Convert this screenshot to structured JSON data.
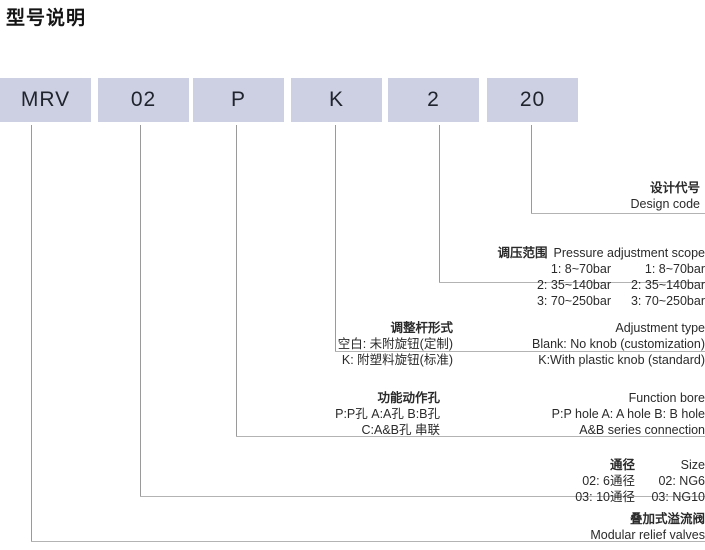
{
  "title": "型号说明",
  "colors": {
    "box_fill": "#ccd0e2",
    "line": "#9a9a9a",
    "rule": "#b3b3b3",
    "text": "#2a2a2a"
  },
  "code_boxes": [
    {
      "label": "MRV"
    },
    {
      "label": "02"
    },
    {
      "label": "P"
    },
    {
      "label": "K"
    },
    {
      "label": "2"
    },
    {
      "label": "20"
    }
  ],
  "blocks": {
    "design_code": {
      "header_cn": "设计代号",
      "header_en": "Design code"
    },
    "pressure_scope": {
      "header_cn": "调压范围",
      "header_en": "Pressure adjustment scope",
      "rows": [
        {
          "cn": "1: 8~70bar",
          "en": "1: 8~70bar"
        },
        {
          "cn": "2: 35~140bar",
          "en": "2: 35~140bar"
        },
        {
          "cn": "3: 70~250bar",
          "en": "3: 70~250bar"
        }
      ]
    },
    "adjustment_type": {
      "header_cn": "调整杆形式",
      "header_en": "Adjustment type",
      "rows": [
        {
          "cn": "空白: 未附旋钮(定制)",
          "en": "Blank: No knob (customization)"
        },
        {
          "cn": "K: 附塑料旋钮(标准)",
          "en": "K:With plastic knob (standard)"
        }
      ]
    },
    "function_bore": {
      "header_cn": "功能动作孔",
      "header_en": "Function bore",
      "rows": [
        {
          "cn": "P:P孔  A:A孔  B:B孔",
          "en": "P:P hole   A: A hole   B: B hole"
        },
        {
          "cn": "C:A&B孔 串联",
          "en": "A&B series connection"
        }
      ]
    },
    "size": {
      "header_cn": "通径",
      "header_en": "Size",
      "rows": [
        {
          "cn": "02: 6通径",
          "en": "02: NG6"
        },
        {
          "cn": "03: 10通径",
          "en": "03: NG10"
        }
      ]
    },
    "product": {
      "header_cn": "叠加式溢流阀",
      "header_en": "Modular relief valves"
    }
  }
}
